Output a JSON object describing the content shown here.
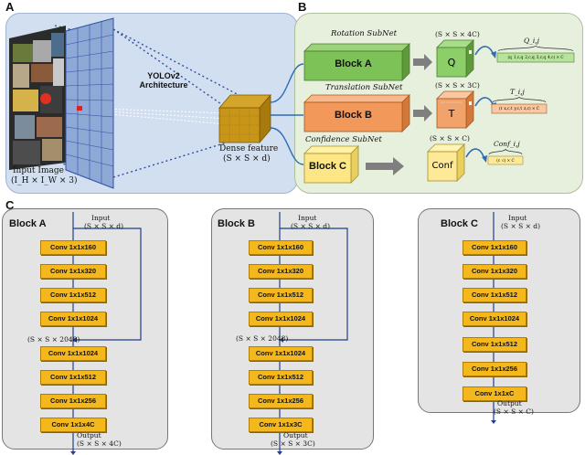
{
  "panel_labels": {
    "a": "A",
    "b": "B",
    "c": "C"
  },
  "panel_a": {
    "input_image_label": "Input Image",
    "input_image_dims": "(I_H × I_W × 3)",
    "architecture_label_1": "YOLOv2",
    "architecture_label_2": "Architecture",
    "dense_feature_label": "Dense feature",
    "dense_feature_dims": "(S × S × d)"
  },
  "panel_b": {
    "rotation_subnet": "Rotation SubNet",
    "translation_subnet": "Translation SubNet",
    "confidence_subnet": "Confidence SubNet",
    "block_a": "Block A",
    "block_b": "Block B",
    "block_c": "Block C",
    "q_label": "Q",
    "t_label": "T",
    "conf_label": "Conf",
    "q_dims": "(S × S × 4C)",
    "t_dims": "(S × S × 3C)",
    "conf_dims": "(S × S × C)",
    "q_out": "Q_i,j",
    "t_out": "T_i,j",
    "conf_out": "Conf_i,j",
    "q_vec": "(q_1,c,q_2,c,q_3,c,q_4,c) × C",
    "t_vec": "(t_x,c,t_y,c,t_z,c) × C",
    "conf_vec": "(c_c) × C"
  },
  "panel_c": {
    "blocks": [
      {
        "title": "Block A",
        "input_label": "Input",
        "input_dims": "(S × S × d)",
        "mid_dims": "(S × S × 2048)",
        "output_label": "Output",
        "output_dims": "(S × S × 4C)",
        "layers": [
          "Conv 1x1x160",
          "Conv 1x1x320",
          "Conv 1x1x512",
          "Conv 1x1x1024",
          "Conv 1x1x1024",
          "Conv 1x1x512",
          "Conv 1x1x256",
          "Conv 1x1x4C"
        ]
      },
      {
        "title": "Block B",
        "input_label": "Input",
        "input_dims": "(S × S × d)",
        "mid_dims": "(S × S × 2048)",
        "output_label": "Output",
        "output_dims": "(S × S × 3C)",
        "layers": [
          "Conv 1x1x160",
          "Conv 1x1x320",
          "Conv 1x1x512",
          "Conv 1x1x1024",
          "Conv 1x1x1024",
          "Conv 1x1x512",
          "Conv 1x1x256",
          "Conv 1x1x3C"
        ]
      },
      {
        "title": "Block C",
        "input_label": "Input",
        "input_dims": "(S × S × d)",
        "output_label": "Output",
        "output_dims": "(S × S × C)",
        "layers": [
          "Conv 1x1x160",
          "Conv 1x1x320",
          "Conv 1x1x512",
          "Conv 1x1x1024",
          "Conv 1x1x512",
          "Conv 1x1x256",
          "Conv 1x1xC"
        ]
      }
    ]
  }
}
